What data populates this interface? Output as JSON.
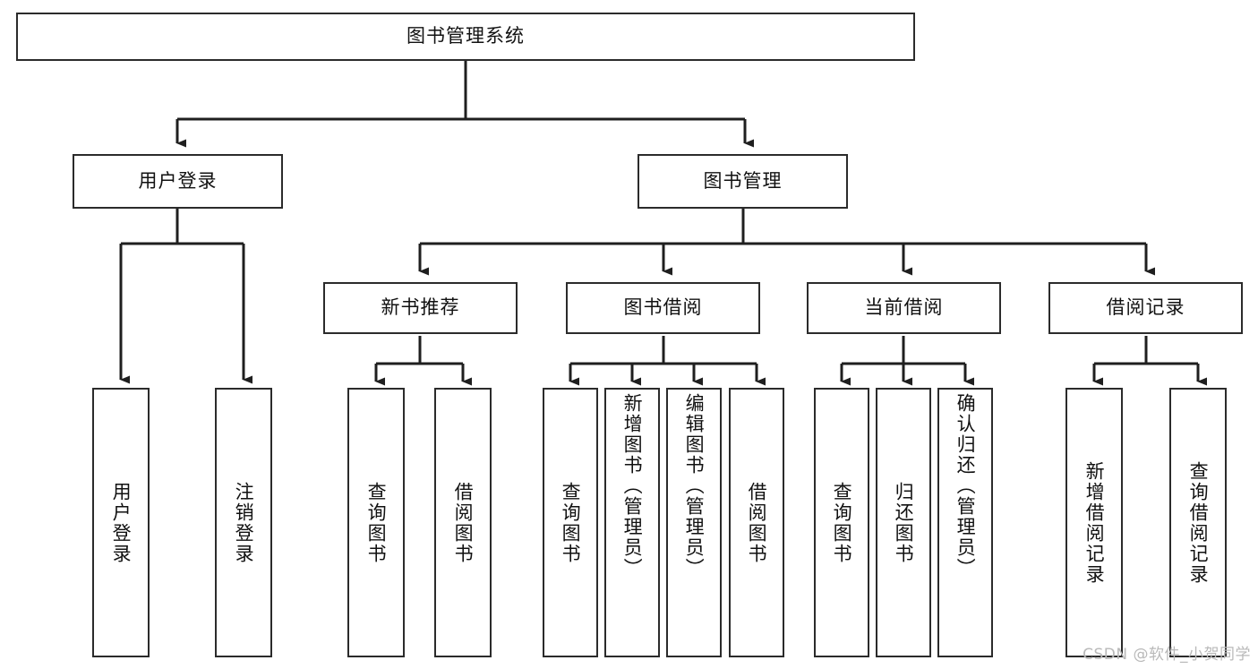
{
  "diagram": {
    "title": "图书管理系统",
    "type": "tree-hierarchy",
    "watermark": "CSDN @软件_小贺同学",
    "colors": {
      "box_border": "#2b2b2b",
      "box_fill": "#ffffff",
      "edge": "#1f1f1f",
      "text": "#111111",
      "watermark": "#b9b9b9"
    },
    "nodes": {
      "root": {
        "label": "图书管理系统"
      },
      "level2": [
        {
          "id": "user-login",
          "label": "用户登录"
        },
        {
          "id": "book-manage",
          "label": "图书管理"
        }
      ],
      "level3": [
        {
          "id": "new-book-recommend",
          "label": "新书推荐"
        },
        {
          "id": "book-borrow",
          "label": "图书借阅"
        },
        {
          "id": "current-borrow",
          "label": "当前借阅"
        },
        {
          "id": "borrow-record",
          "label": "借阅记录"
        }
      ],
      "leaves": {
        "user-login": [
          {
            "id": "leaf-user-login",
            "label": "用户登录"
          },
          {
            "id": "leaf-user-logout",
            "label": "注销登录"
          }
        ],
        "new-book-recommend": [
          {
            "id": "leaf-query-book-1",
            "label": "查询图书"
          },
          {
            "id": "leaf-borrow-book-1",
            "label": "借阅图书"
          }
        ],
        "book-borrow": [
          {
            "id": "leaf-query-book-2",
            "label": "查询图书"
          },
          {
            "id": "leaf-add-book",
            "label": "新增图书（管理员）"
          },
          {
            "id": "leaf-edit-book",
            "label": "编辑图书（管理员）"
          },
          {
            "id": "leaf-borrow-book-2",
            "label": "借阅图书"
          }
        ],
        "current-borrow": [
          {
            "id": "leaf-query-book-3",
            "label": "查询图书"
          },
          {
            "id": "leaf-return-book",
            "label": "归还图书"
          },
          {
            "id": "leaf-confirm-return",
            "label": "确认归还（管理员）"
          }
        ],
        "borrow-record": [
          {
            "id": "leaf-add-record",
            "label": "新增借阅记录"
          },
          {
            "id": "leaf-query-record",
            "label": "查询借阅记录"
          }
        ]
      }
    }
  }
}
